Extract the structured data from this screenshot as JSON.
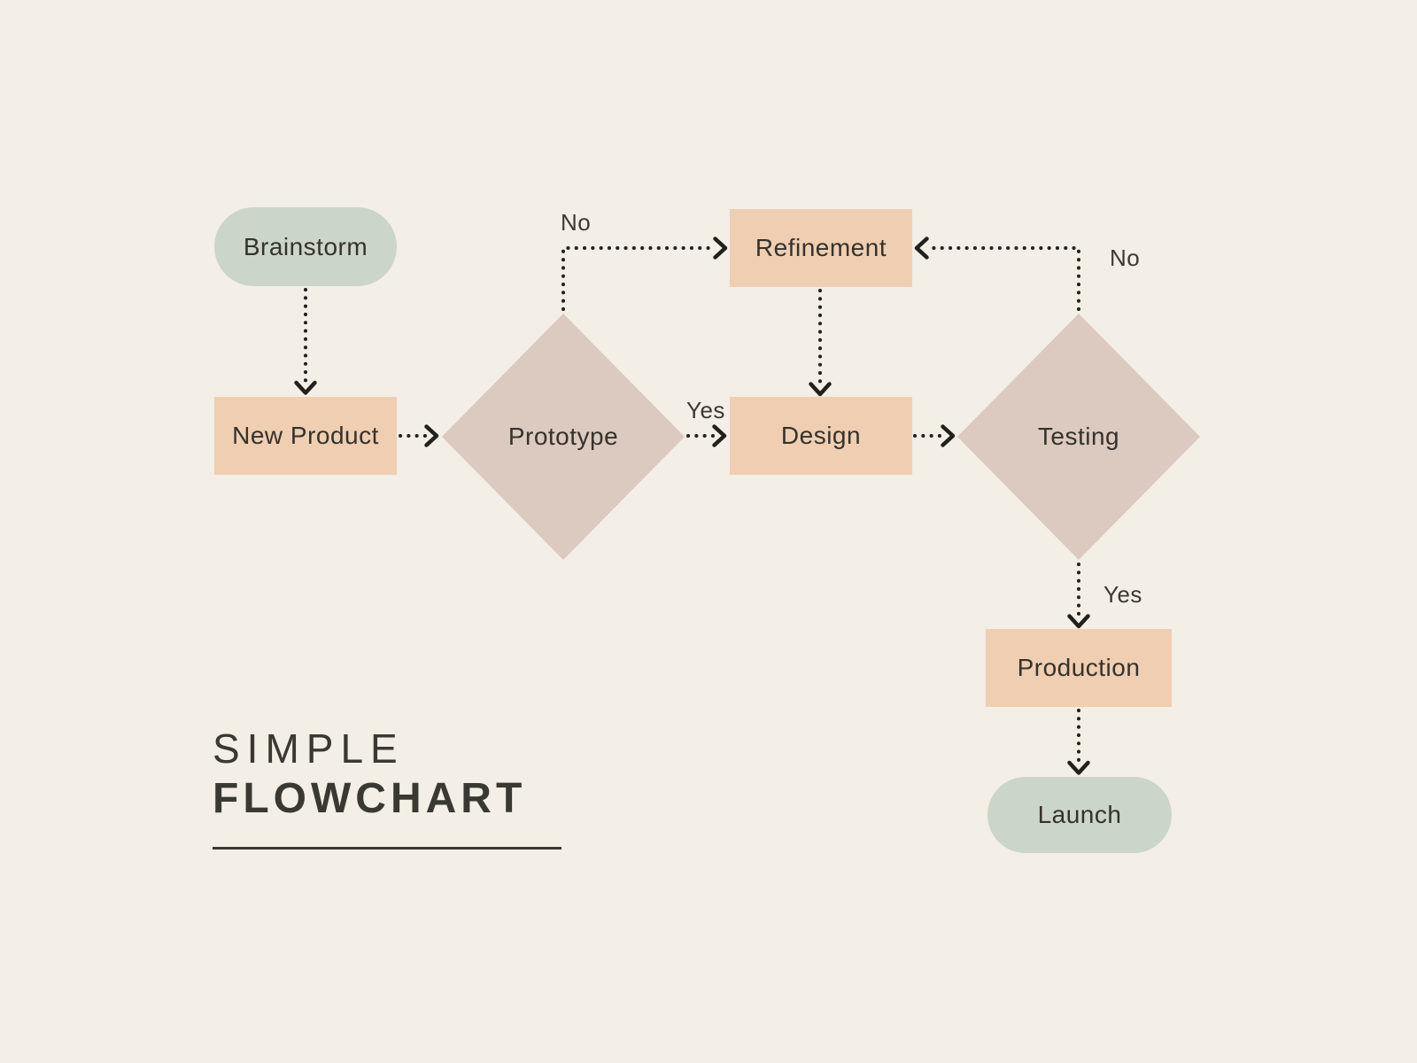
{
  "title": {
    "line1": "SIMPLE",
    "line2": "FLOWCHART"
  },
  "colors": {
    "background": "#f3eee6",
    "terminal_fill": "#cbd5ca",
    "process_fill": "#efceb2",
    "decision_fill": "#dcc9c0",
    "node_text": "#35322c",
    "label_text": "#3c3933",
    "title_text": "#3a3833",
    "connector": "#21201c"
  },
  "nodes": {
    "brainstorm": {
      "label": "Brainstorm",
      "type": "terminal"
    },
    "new_product": {
      "label": "New Product",
      "type": "process"
    },
    "prototype": {
      "label": "Prototype",
      "type": "decision"
    },
    "refinement": {
      "label": "Refinement",
      "type": "process"
    },
    "design": {
      "label": "Design",
      "type": "process"
    },
    "testing": {
      "label": "Testing",
      "type": "decision"
    },
    "production": {
      "label": "Production",
      "type": "process"
    },
    "launch": {
      "label": "Launch",
      "type": "terminal"
    }
  },
  "edge_labels": {
    "prototype_no": "No",
    "prototype_yes": "Yes",
    "testing_no": "No",
    "testing_yes": "Yes"
  },
  "edges": [
    {
      "from": "brainstorm",
      "to": "new_product",
      "label": ""
    },
    {
      "from": "new_product",
      "to": "prototype",
      "label": ""
    },
    {
      "from": "prototype",
      "to": "design",
      "label": "Yes"
    },
    {
      "from": "prototype",
      "to": "refinement",
      "label": "No"
    },
    {
      "from": "refinement",
      "to": "design",
      "label": ""
    },
    {
      "from": "design",
      "to": "testing",
      "label": ""
    },
    {
      "from": "testing",
      "to": "refinement",
      "label": "No"
    },
    {
      "from": "testing",
      "to": "production",
      "label": "Yes"
    },
    {
      "from": "production",
      "to": "launch",
      "label": ""
    }
  ]
}
